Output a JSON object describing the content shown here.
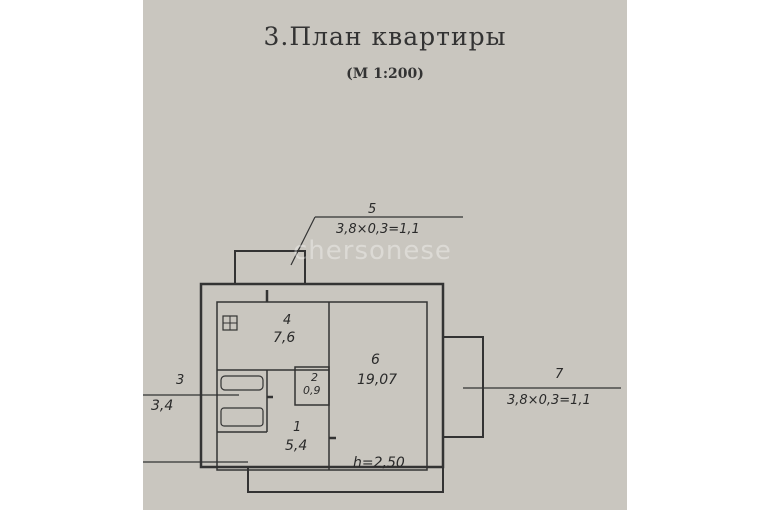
{
  "title": "3.План  квартиры",
  "scale": "(М 1:200)",
  "watermark": "chersonese",
  "rooms": [
    {
      "number": "1",
      "area": "5,4"
    },
    {
      "number": "2",
      "area": "0,9"
    },
    {
      "number": "3",
      "area": "3,4"
    },
    {
      "number": "4",
      "area": "7,6"
    },
    {
      "number": "5",
      "area": "3,8×0,3=1,1"
    },
    {
      "number": "6",
      "area": "19,07"
    },
    {
      "number": "7",
      "area": "3,8×0,3=1,1"
    }
  ],
  "height_label": "h=2,50"
}
